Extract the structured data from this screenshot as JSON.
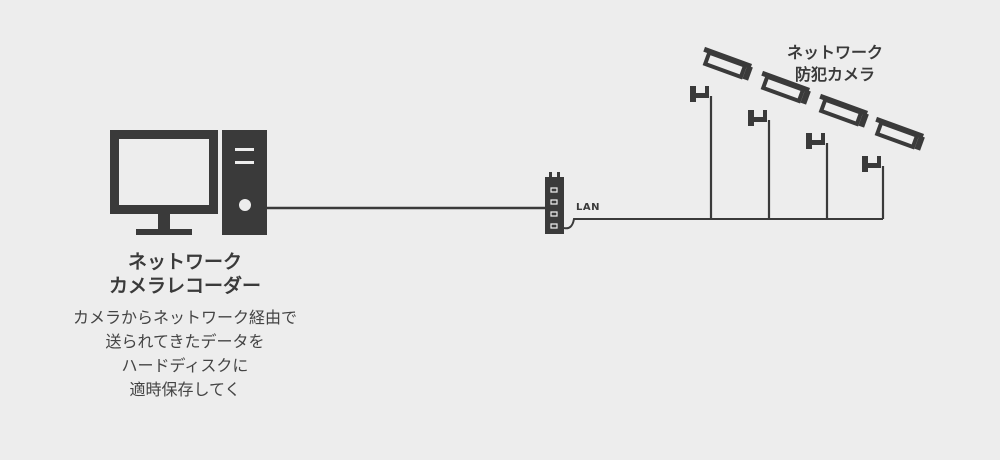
{
  "recorder": {
    "title_lines": [
      "ネットワーク",
      "カメラレコーダー"
    ],
    "description_lines": [
      "カメラからネットワーク経由で",
      "送られてきたデータを",
      "ハードディスクに",
      "適時保存してく"
    ]
  },
  "cameras": {
    "title_lines": [
      "ネットワーク",
      "防犯カメラ"
    ],
    "icon": "security-camera-icon",
    "count": 4
  },
  "hub": {
    "label": "LAN",
    "icon": "network-hub-icon"
  },
  "pc": {
    "icon": "desktop-pc-icon"
  },
  "colors": {
    "background": "#ededed",
    "foreground": "#3a3a3a"
  }
}
